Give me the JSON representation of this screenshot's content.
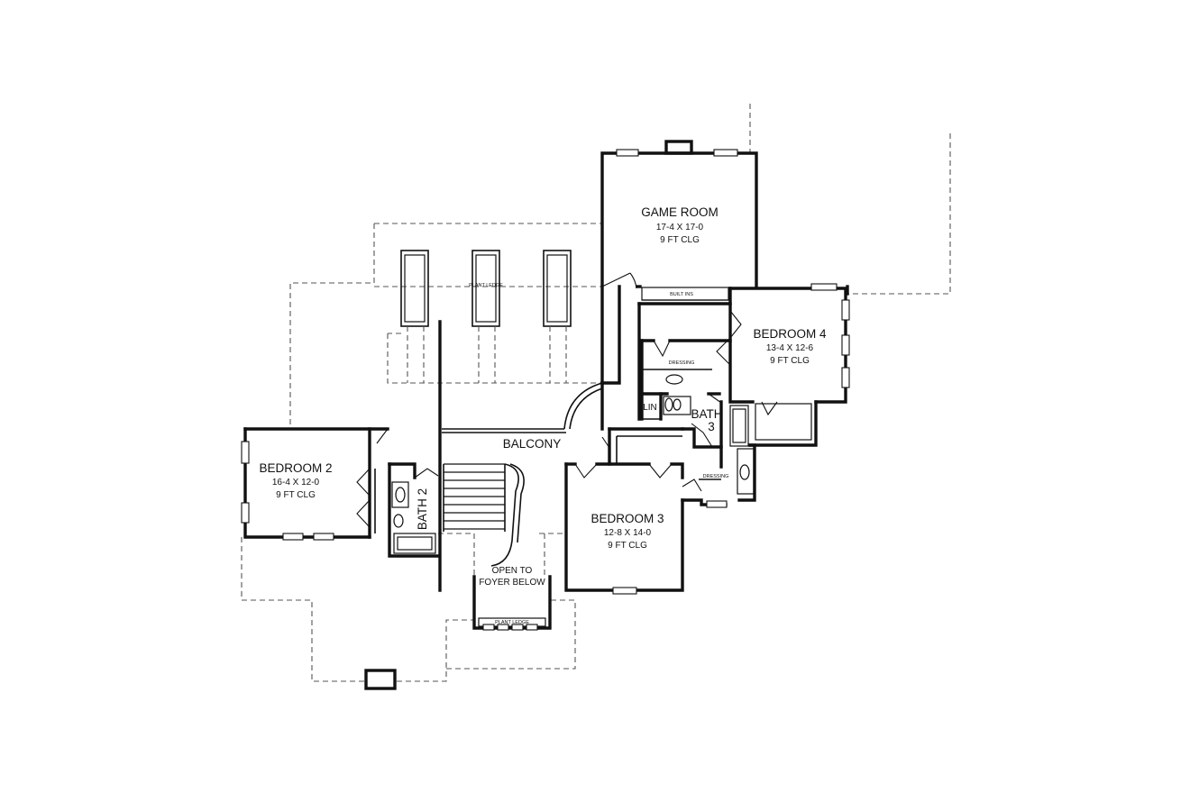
{
  "plan": {
    "rooms": {
      "game_room": {
        "name": "GAME ROOM",
        "size": "17-4 X 17-0",
        "ceiling": "9 FT CLG"
      },
      "bedroom_4": {
        "name": "BEDROOM 4",
        "size": "13-4 X 12-6",
        "ceiling": "9 FT CLG"
      },
      "bedroom_2": {
        "name": "BEDROOM 2",
        "size": "16-4 X 12-0",
        "ceiling": "9 FT CLG"
      },
      "bedroom_3": {
        "name": "BEDROOM 3",
        "size": "12-8 X 14-0",
        "ceiling": "9 FT CLG"
      }
    },
    "labels": {
      "balcony": "BALCONY",
      "bath_2": "BATH 2",
      "bath_3_line1": "BATH",
      "bath_3_line2": "3",
      "lin": "LIN",
      "dressing_upper": "DRESSING",
      "dressing_lower": "DRESSING",
      "built_ins": "BUILT INS",
      "plant_ledge": "PLANT LEDGE",
      "plant_ledge_lower": "PLANT LEDGE",
      "open_to_line1": "OPEN TO",
      "open_to_line2": "FOYER BELOW"
    }
  }
}
